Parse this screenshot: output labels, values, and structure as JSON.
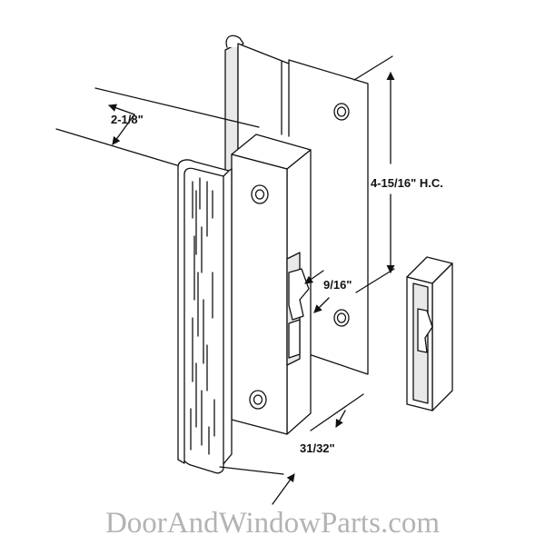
{
  "dimensions": {
    "handle_depth": "2-1/8\"",
    "hole_centers": "4-15/16\" H.C.",
    "latch_offset": "9/16\"",
    "handle_width": "31/32\""
  },
  "watermark": "DoorAndWindowParts.com",
  "colors": {
    "line": "#111111",
    "watermark": "#b3b3b3"
  }
}
